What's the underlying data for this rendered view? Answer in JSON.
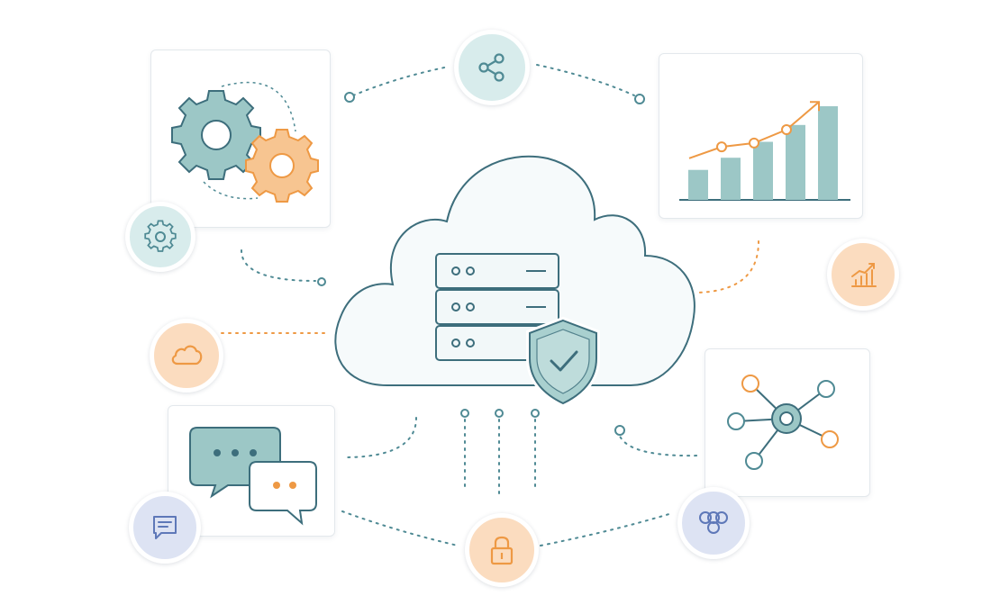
{
  "diagram": {
    "hub": {
      "elements": [
        "cloud",
        "server-stack",
        "security-shield"
      ],
      "server_units": 3
    },
    "panels": [
      {
        "id": "automation",
        "icon": "gears-icon",
        "badge_icon": "gear-icon",
        "badge_color": "teal"
      },
      {
        "id": "analytics",
        "icon": "growth-chart-icon",
        "badge_icon": "trend-chart-icon",
        "badge_color": "orange"
      },
      {
        "id": "network",
        "icon": "network-graph-icon",
        "badge_icon": "cluster-icon",
        "badge_color": "blue"
      },
      {
        "id": "messaging",
        "icon": "chat-bubbles-icon",
        "badge_icon": "message-icon",
        "badge_color": "blue"
      }
    ],
    "standalone_badges": [
      {
        "id": "share",
        "icon": "share-icon",
        "color": "teal"
      },
      {
        "id": "cloud",
        "icon": "cloud-icon",
        "color": "orange"
      },
      {
        "id": "lock",
        "icon": "lock-icon",
        "color": "orange"
      }
    ],
    "bar_chart": {
      "type": "bar",
      "values": [
        32,
        45,
        62,
        80,
        100
      ],
      "trend": [
        36,
        48,
        52,
        66,
        95
      ]
    },
    "colors": {
      "teal": "#4f8a94",
      "teal_light": "#9cc7c6",
      "orange": "#ee9944",
      "orange_light": "#f7c591",
      "blue": "#5e78b8",
      "line": "#7fa6b3"
    }
  }
}
